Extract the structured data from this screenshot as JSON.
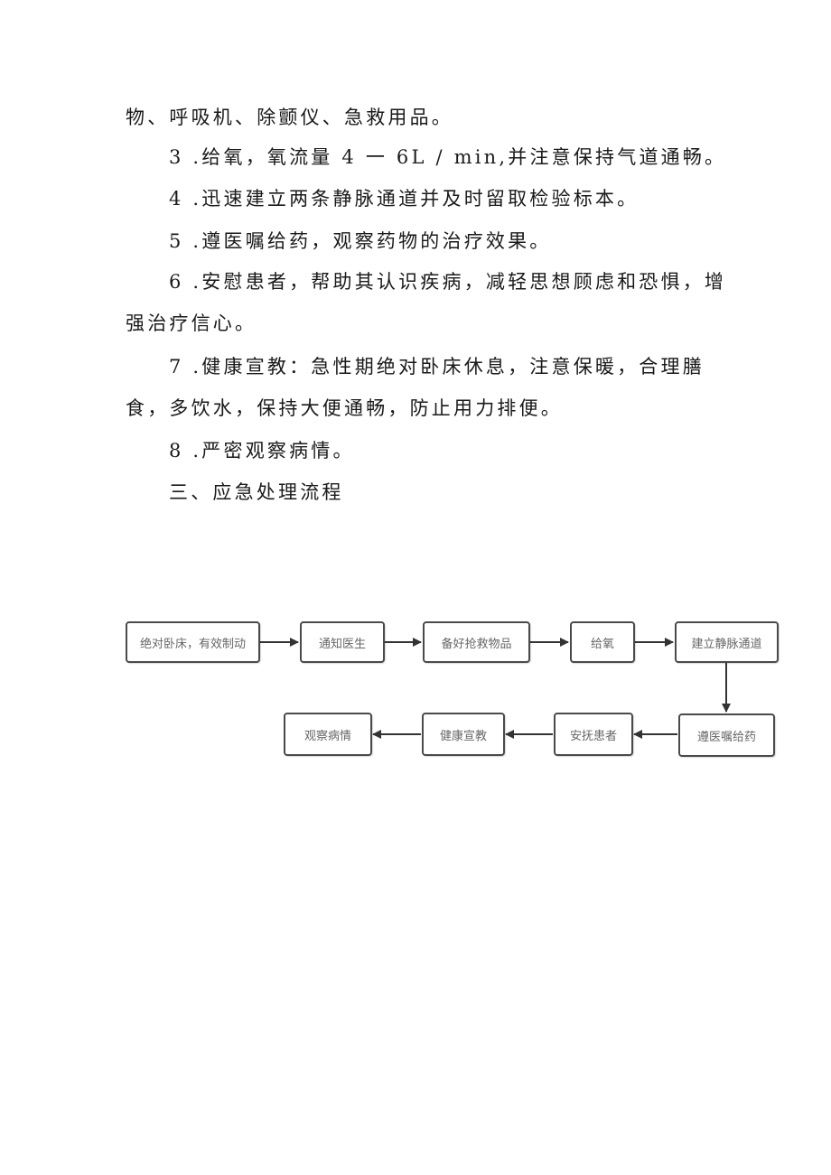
{
  "paragraphs": [
    {
      "text": "物、呼吸机、除颤仪、急救用品。"
    },
    {
      "text": "3 .给氧，氧流量 4 一 6L / min,并注意保持气道通畅。"
    },
    {
      "text": "4 .迅速建立两条静脉通道并及时留取检验标本。"
    },
    {
      "text": "5 .遵医嘱给药，观察药物的治疗效果。"
    },
    {
      "text": "6 .安慰患者，帮助其认识疾病，减轻思想顾虑和恐惧，增"
    },
    {
      "text": "强治疗信心。"
    },
    {
      "text": "7 .健康宣教：急性期绝对卧床休息，注意保暖，合理膳"
    },
    {
      "text": "食，多饮水，保持大便通畅，防止用力排便。"
    },
    {
      "text": "8 .严密观察病情。"
    }
  ],
  "section_heading": "三、应急处理流程",
  "flowchart": {
    "line_color": "#333333",
    "box_text_color": "#666666",
    "steps": [
      {
        "label": "绝对卧床，有效制动"
      },
      {
        "label": "通知医生"
      },
      {
        "label": "备好抢救物品"
      },
      {
        "label": "给氧"
      },
      {
        "label": "建立静脉通道"
      },
      {
        "label": "遵医嘱给药"
      },
      {
        "label": "安抚患者"
      },
      {
        "label": "健康宣教"
      },
      {
        "label": "观察病情"
      }
    ]
  }
}
